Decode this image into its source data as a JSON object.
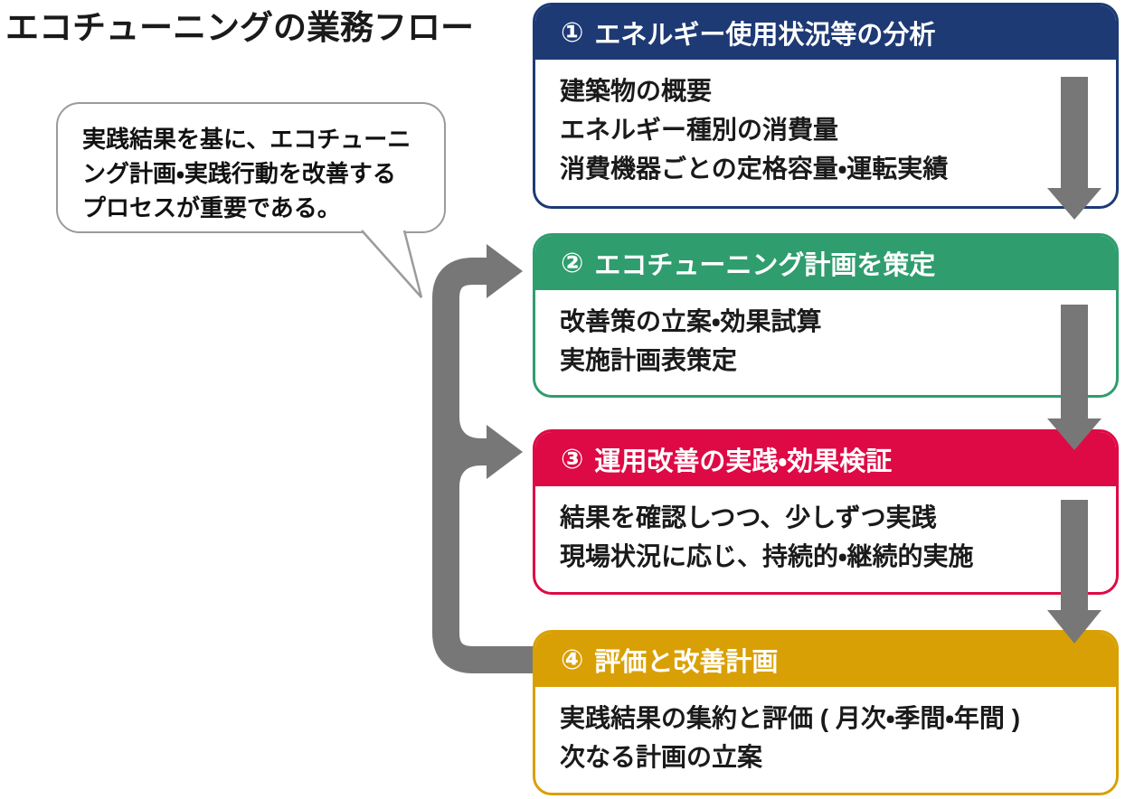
{
  "title": "エコチューニングの業務フロー",
  "note": {
    "lines": [
      "実践結果を基に、エコチューニ",
      "ング計画・実践行動を改善する",
      "プロセスが重要である。"
    ]
  },
  "steps": [
    {
      "number": "①",
      "title": "エネルギー使用状況等の分析",
      "color": "#1d3a75",
      "items": [
        "建築物の概要",
        "エネルギー種別の消費量",
        "消費機器ごとの定格容量・運転実績"
      ]
    },
    {
      "number": "②",
      "title": "エコチューニング計画を策定",
      "color": "#2f9d6e",
      "items": [
        "改善策の立案・効果試算",
        "実施計画表策定"
      ]
    },
    {
      "number": "③",
      "title": "運用改善の実践・効果検証",
      "color": "#de0a45",
      "items": [
        "結果を確認しつつ、少しずつ実践",
        "現場状況に応じ、持続的・継続的実施"
      ]
    },
    {
      "number": "④",
      "title": "評価と改善計画",
      "color": "#d9a005",
      "items": [
        "実践結果の集約と評価 ( 月次・季間・年間 )",
        "次なる計画の立案"
      ]
    }
  ],
  "colors": {
    "arrow": "#777777",
    "bubble_border": "#9b9b9b",
    "text": "#1a1a1a",
    "background": "#ffffff"
  }
}
